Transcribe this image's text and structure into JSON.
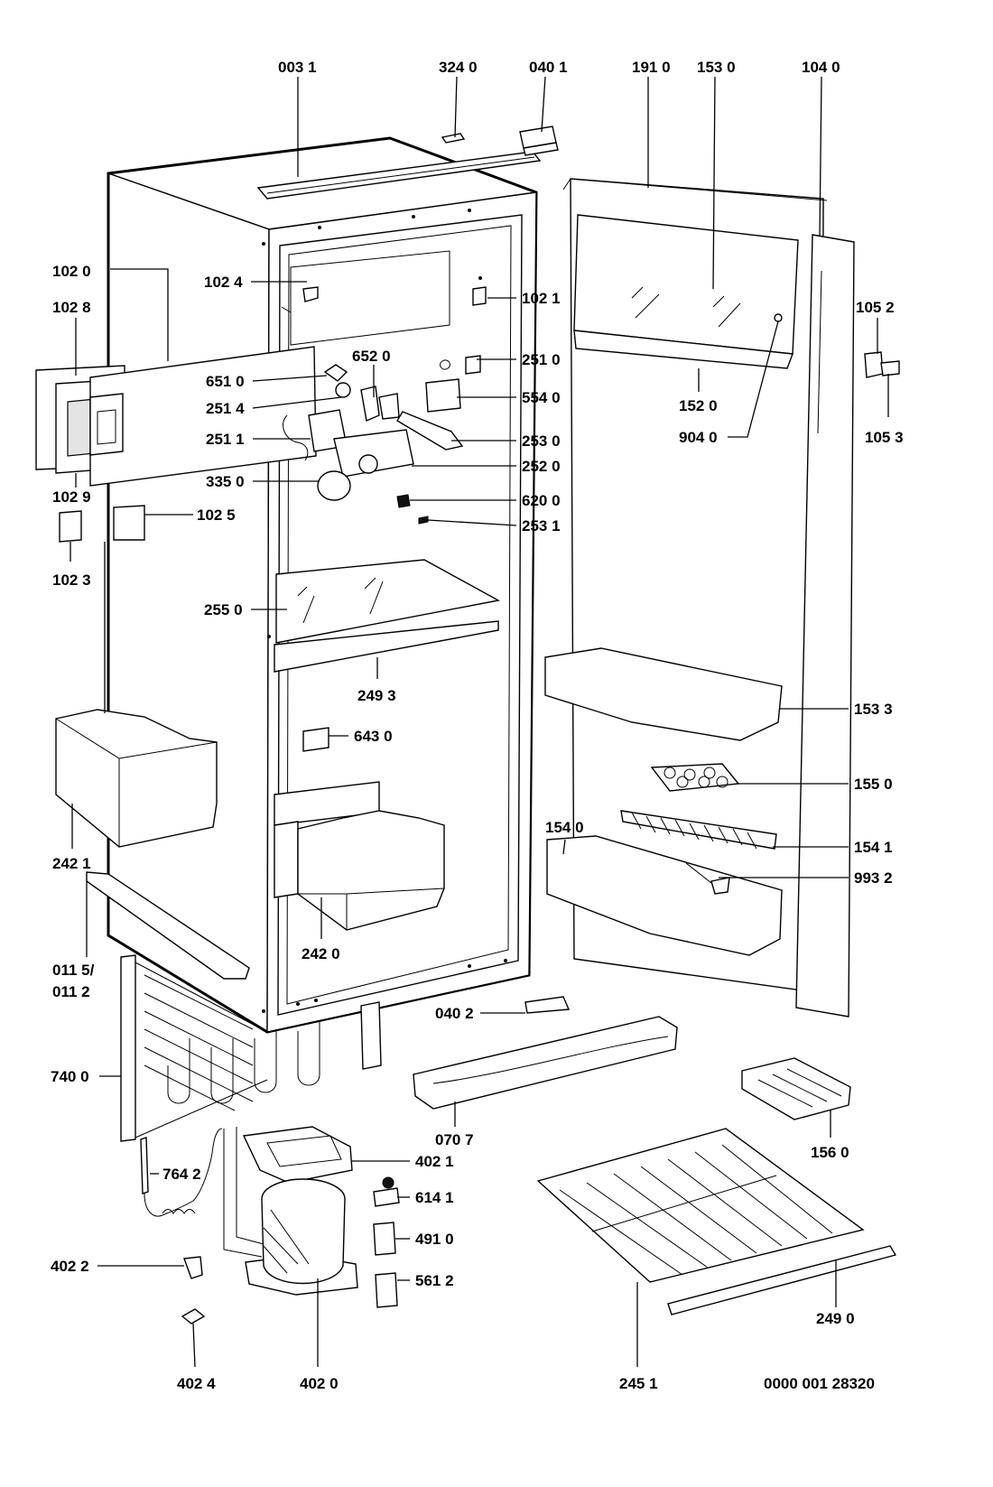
{
  "callouts": [
    {
      "id": "003_1",
      "text": "003 1"
    },
    {
      "id": "324_0",
      "text": "324 0"
    },
    {
      "id": "040_1",
      "text": "040 1"
    },
    {
      "id": "191_0",
      "text": "191 0"
    },
    {
      "id": "153_0",
      "text": "153 0"
    },
    {
      "id": "104_0",
      "text": "104 0"
    },
    {
      "id": "102_0",
      "text": "102 0"
    },
    {
      "id": "102_4",
      "text": "102 4"
    },
    {
      "id": "102_8",
      "text": "102 8"
    },
    {
      "id": "102_1",
      "text": "102 1"
    },
    {
      "id": "105_2",
      "text": "105 2"
    },
    {
      "id": "652_0",
      "text": "652 0"
    },
    {
      "id": "651_0",
      "text": "651 0"
    },
    {
      "id": "251_0",
      "text": "251 0"
    },
    {
      "id": "251_4",
      "text": "251 4"
    },
    {
      "id": "554_0",
      "text": "554 0"
    },
    {
      "id": "152_0",
      "text": "152 0"
    },
    {
      "id": "251_1",
      "text": "251 1"
    },
    {
      "id": "253_0",
      "text": "253 0"
    },
    {
      "id": "904_0",
      "text": "904 0"
    },
    {
      "id": "105_3",
      "text": "105 3"
    },
    {
      "id": "252_0",
      "text": "252 0"
    },
    {
      "id": "102_9",
      "text": "102 9"
    },
    {
      "id": "335_0",
      "text": "335 0"
    },
    {
      "id": "620_0",
      "text": "620 0"
    },
    {
      "id": "102_5",
      "text": "102 5"
    },
    {
      "id": "253_1",
      "text": "253 1"
    },
    {
      "id": "102_3",
      "text": "102 3"
    },
    {
      "id": "255_0",
      "text": "255 0"
    },
    {
      "id": "249_3",
      "text": "249 3"
    },
    {
      "id": "153_3",
      "text": "153 3"
    },
    {
      "id": "643_0",
      "text": "643 0"
    },
    {
      "id": "155_0",
      "text": "155 0"
    },
    {
      "id": "154_0",
      "text": "154 0"
    },
    {
      "id": "242_1",
      "text": "242 1"
    },
    {
      "id": "154_1",
      "text": "154 1"
    },
    {
      "id": "993_2",
      "text": "993 2"
    },
    {
      "id": "242_0",
      "text": "242 0"
    },
    {
      "id": "011_5",
      "text": "011 5/"
    },
    {
      "id": "011_2",
      "text": "011 2"
    },
    {
      "id": "040_2",
      "text": "040 2"
    },
    {
      "id": "740_0",
      "text": "740 0"
    },
    {
      "id": "070_7",
      "text": "070 7"
    },
    {
      "id": "156_0",
      "text": "156 0"
    },
    {
      "id": "402_1",
      "text": "402 1"
    },
    {
      "id": "764_2",
      "text": "764 2"
    },
    {
      "id": "614_1",
      "text": "614 1"
    },
    {
      "id": "491_0",
      "text": "491 0"
    },
    {
      "id": "402_2",
      "text": "402 2"
    },
    {
      "id": "561_2",
      "text": "561 2"
    },
    {
      "id": "249_0",
      "text": "249 0"
    },
    {
      "id": "402_4",
      "text": "402 4"
    },
    {
      "id": "402_0",
      "text": "402 0"
    },
    {
      "id": "245_1",
      "text": "245 1"
    }
  ],
  "drawing_number": "0000 001 28320"
}
